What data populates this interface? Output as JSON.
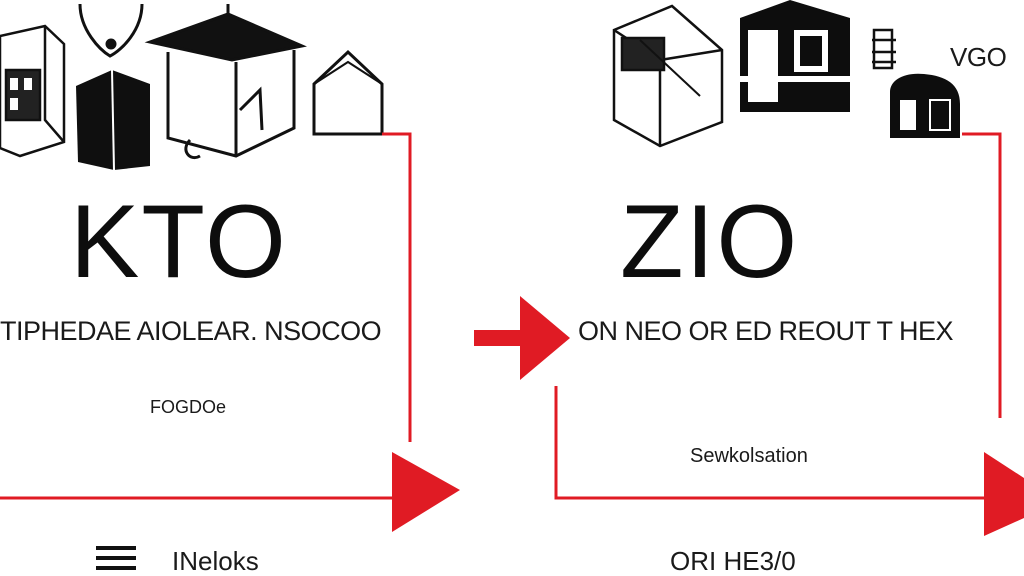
{
  "left": {
    "heading": "KTO",
    "subheading": "TIPHEDAE AIOLEAR. NSOCOO",
    "caption": "FOGDOe",
    "footer": "INeloks"
  },
  "right": {
    "heading": "ZIO",
    "subheading": "ON NEO OR ED REOUT T HEX",
    "caption": "Sewkolsation",
    "footer": "ORI HE3/0",
    "corner_label": "VGO"
  },
  "colors": {
    "arrow": "#e01b24",
    "ink": "#0d0d0d",
    "background": "#ffffff"
  },
  "icons": [
    "server-rack-icon",
    "shield-icon",
    "box-icon",
    "package-icon",
    "envelope-icon",
    "washing-machine-icon",
    "building-icon",
    "gear-icon",
    "camera-icon"
  ]
}
